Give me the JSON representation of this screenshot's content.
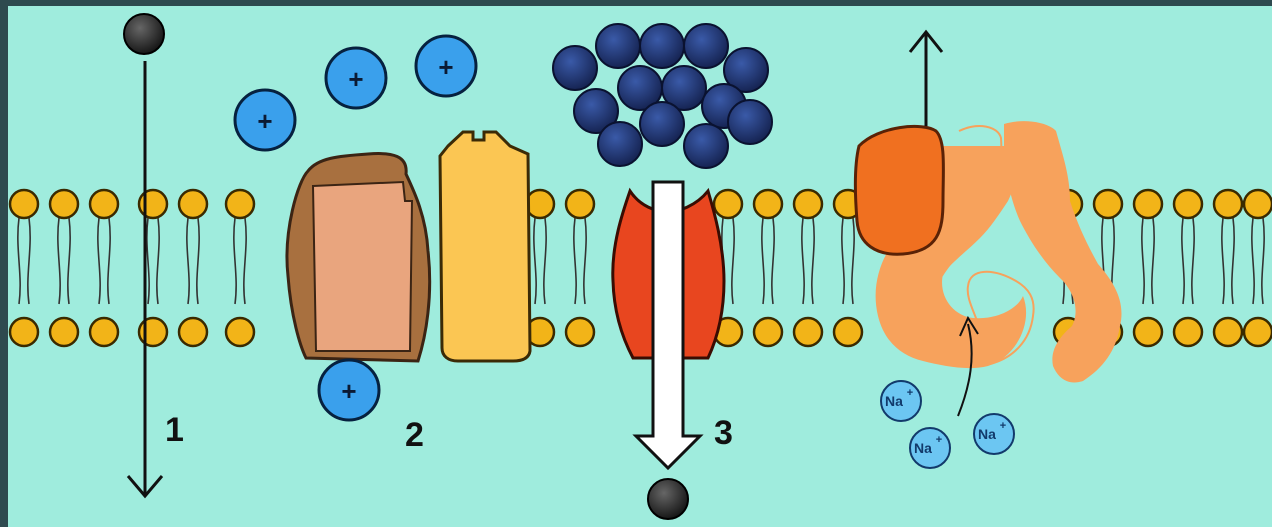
{
  "labels": {
    "num1": "1",
    "num2": "2",
    "num3": "3",
    "sodium_symbol": "Na",
    "sodium_charge": "+",
    "cation_sign": "+"
  },
  "colors": {
    "background": "#9fecdd",
    "frame": "#2e4a4f",
    "lipid_head": "#f2b418",
    "channel_outer": "#a8703f",
    "channel_inner": "#e9a57e",
    "yellow_protein": "#fbc653",
    "red_protein": "#e8461f",
    "dark_orange_subunit": "#f07020",
    "light_orange_protein": "#f7a25c",
    "cation": "#3aa0ec",
    "sodium_ion": "#6cc6f2",
    "large_molecule": "#1d2f6a",
    "small_molecule": "#222222"
  },
  "icons": [
    "phospholipid",
    "small-molecule",
    "cation",
    "large-molecule",
    "sodium-ion",
    "arrow"
  ]
}
